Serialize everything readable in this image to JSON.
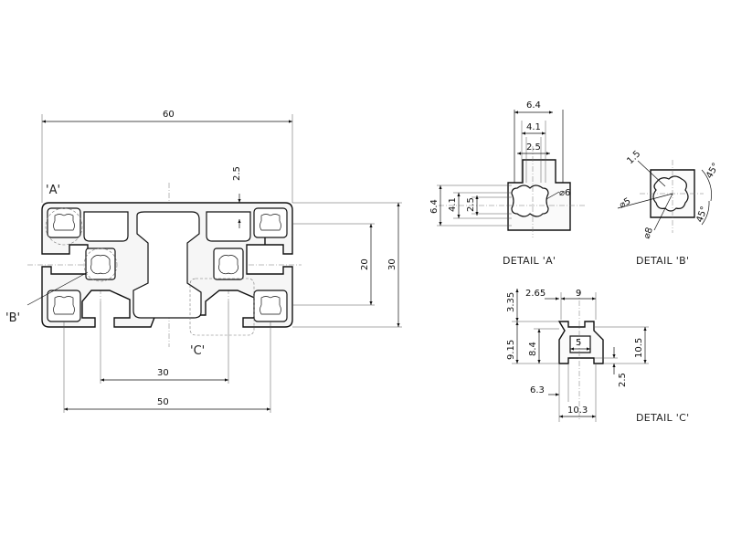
{
  "main_view": {
    "dim_overall_width": "60",
    "dim_overall_height": "30",
    "dim_inner_height": "20",
    "dim_slot_depth": "2.5",
    "dim_bottom_30": "30",
    "dim_bottom_50": "50",
    "callout_a": "'A'",
    "callout_b": "'B'",
    "callout_c": "'C'"
  },
  "detail_a": {
    "title": "DETAIL 'A'",
    "dim_top_64": "6.4",
    "dim_top_41": "4.1",
    "dim_top_25": "2.5",
    "dim_left_64": "6.4",
    "dim_left_41": "4.1",
    "dim_left_25": "2.5",
    "dim_dia": "⌀6"
  },
  "detail_b": {
    "title": "DETAIL 'B'",
    "dim_15": "1.5",
    "dim_45_top": "45°",
    "dim_45_bottom": "45°",
    "dim_dia5": "⌀5",
    "dim_dia8": "⌀8"
  },
  "detail_c": {
    "title": "DETAIL 'C'",
    "dim_335": "3.35",
    "dim_265": "2.65",
    "dim_9": "9",
    "dim_915": "9.15",
    "dim_84": "8.4",
    "dim_5": "5",
    "dim_105": "10.5",
    "dim_25": "2.5",
    "dim_63": "6.3",
    "dim_103": "10.3"
  }
}
